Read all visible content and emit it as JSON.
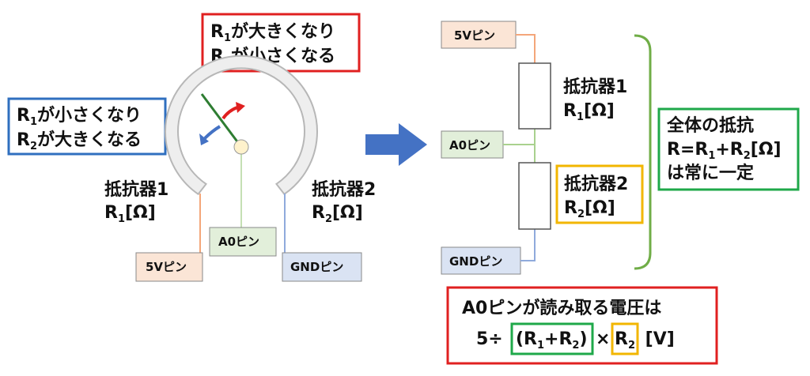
{
  "potentiometer": {
    "callout_top": {
      "line1_R": "R",
      "line1_sub": "1",
      "line1_text": "が大きくなり",
      "line2_R": "R",
      "line2_sub": "2",
      "line2_text": "が小さくなる"
    },
    "callout_left": {
      "line1_R": "R",
      "line1_sub": "1",
      "line1_text": "が小さくなり",
      "line2_R": "R",
      "line2_sub": "2",
      "line2_text": "が大きくなる"
    },
    "resistor1_label": "抵抗器1",
    "resistor1_R": "R",
    "resistor1_sub": "1",
    "resistor1_unit": "[Ω]",
    "resistor2_label": "抵抗器2",
    "resistor2_R": "R",
    "resistor2_sub": "2",
    "resistor2_unit": "[Ω]",
    "pin_5v": "5Vピン",
    "pin_a0": "A0ピン",
    "pin_gnd": "GNDピン"
  },
  "circuit": {
    "pin_5v": "5Vピン",
    "pin_a0": "A0ピン",
    "pin_gnd": "GNDピン",
    "resistor1_label": "抵抗器1",
    "resistor1_R": "R",
    "resistor1_sub": "1",
    "resistor1_unit": "[Ω]",
    "resistor2_label": "抵抗器2",
    "resistor2_R": "R",
    "resistor2_sub": "2",
    "resistor2_unit": "[Ω]",
    "total": {
      "line1": "全体の抵抗",
      "line2_a": "R=R",
      "line2_sub1": "1",
      "line2_b": "+R",
      "line2_sub2": "2",
      "line2_c": "[Ω]",
      "line3": "は常に一定"
    }
  },
  "formula": {
    "line1": "A0ピンが読み取る電圧は",
    "prefix": "5÷",
    "paren_a": "(R",
    "paren_sub1": "1",
    "paren_b": "+R",
    "paren_sub2": "2",
    "paren_c": ")",
    "times": "×",
    "r_a": "R",
    "r_sub": "2",
    "unit": " [V]"
  },
  "colors": {
    "red": "#e02020",
    "blue": "#2f6fbf",
    "green": "#1fa84a",
    "yellow": "#f2b600",
    "pin_5v_fill": "#fbe5d6",
    "pin_5v_stroke": "#f4a67a",
    "pin_a0_fill": "#e2efda",
    "pin_a0_stroke": "#a9d18e",
    "pin_gnd_fill": "#dae3f3",
    "pin_gnd_stroke": "#8faadc",
    "arc_fill": "#eeeeee",
    "arc_stroke": "#b7b7b7",
    "knob_fill": "#fff2cc",
    "wiper": "#2e7d32",
    "arrow_blue": "#4472c4"
  }
}
